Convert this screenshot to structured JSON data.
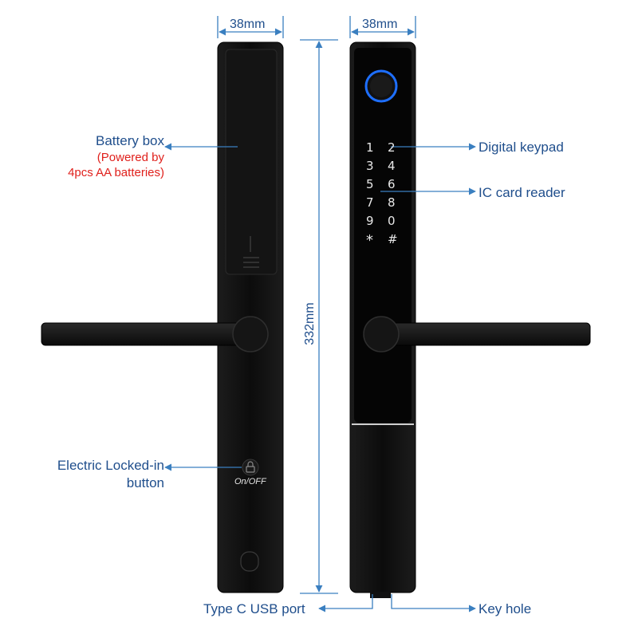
{
  "dimensions": {
    "width_left": "38mm",
    "width_right": "38mm",
    "height": "332mm"
  },
  "callouts": {
    "battery_box": "Battery box",
    "battery_note_line1": "(Powered by",
    "battery_note_line2": "4pcs AA batteries)",
    "lock_button_line1": "Electric Locked-in",
    "lock_button_line2": "button",
    "keypad": "Digital keypad",
    "ic_card": "IC card reader",
    "usb_port": "Type C USB port",
    "key_hole": "Key hole"
  },
  "keypad": {
    "keys": [
      "1",
      "2",
      "3",
      "4",
      "5",
      "6",
      "7",
      "8",
      "9",
      "0",
      "*",
      "#"
    ]
  },
  "button_label": "On/OFF",
  "colors": {
    "callout_text": "#1f4e8c",
    "note_text": "#e0201c",
    "lock_body": "#111111",
    "fingerprint_ring": "#1e6fff"
  },
  "icons": {
    "fingerprint_sensor": "fingerprint-icon",
    "lock_button": "padlock-icon"
  }
}
